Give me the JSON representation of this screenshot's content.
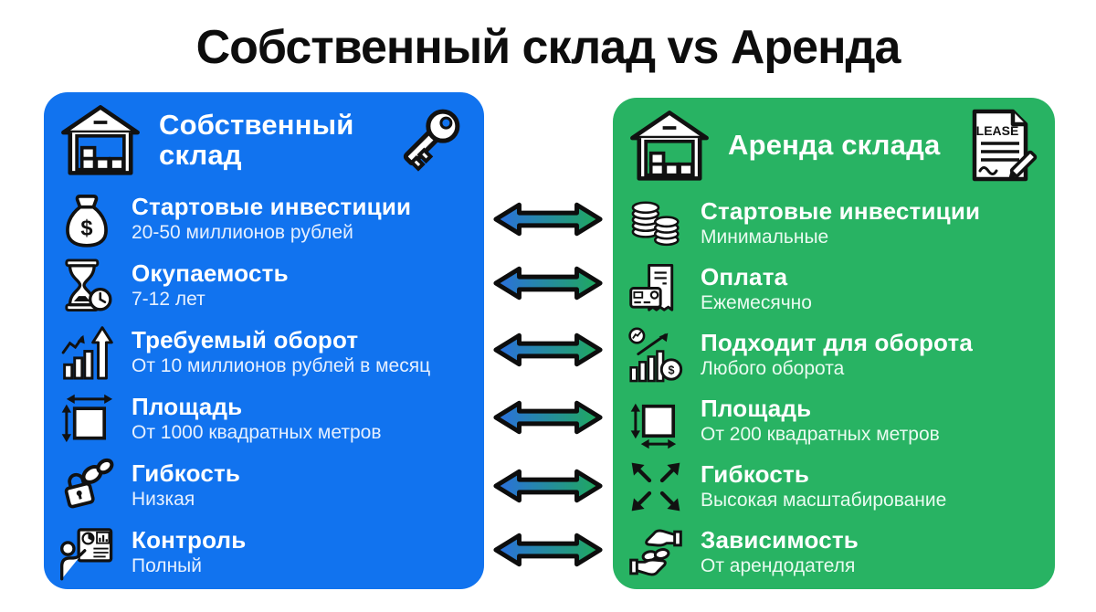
{
  "title": "Собственный склад vs Аренда",
  "left_panel": {
    "title": "Собственный склад",
    "header_icon": "warehouse-icon",
    "corner_icon": "key-icon",
    "color": "#1173ef",
    "rows": [
      {
        "icon": "money-bag-icon",
        "title": "Стартовые инвестиции",
        "value": "20-50 миллионов рублей"
      },
      {
        "icon": "hourglass-clock-icon",
        "title": "Окупаемость",
        "value": "7-12 лет"
      },
      {
        "icon": "growth-chart-icon",
        "title": "Требуемый оборот",
        "value": "От 10 миллионов рублей в месяц"
      },
      {
        "icon": "area-icon",
        "title": "Площадь",
        "value": "От 1000 квадратных метров"
      },
      {
        "icon": "chain-lock-icon",
        "title": "Гибкость",
        "value": "Низкая"
      },
      {
        "icon": "presenter-icon",
        "title": "Контроль",
        "value": "Полный"
      }
    ]
  },
  "right_panel": {
    "title": "Аренда склада",
    "header_icon": "warehouse-icon",
    "corner_icon": "lease-document-icon",
    "lease_label": "LEASE",
    "color": "#28b363",
    "rows": [
      {
        "icon": "coins-icon",
        "title": "Стартовые инвестиции",
        "value": "Минимальные"
      },
      {
        "icon": "payment-icon",
        "title": "Оплата",
        "value": "Ежемесячно"
      },
      {
        "icon": "turnover-chart-icon",
        "title": "Подходит для оборота",
        "value": "Любого оборота"
      },
      {
        "icon": "area-icon",
        "title": "Площадь",
        "value": "От 200 квадратных метров"
      },
      {
        "icon": "expand-arrows-icon",
        "title": "Гибкость",
        "value": "Высокая масштабирование"
      },
      {
        "icon": "dependency-icon",
        "title": "Зависимость",
        "value": "От арендодателя"
      }
    ]
  },
  "arrows": {
    "count": 6,
    "gradient_from": "#2b6fe0",
    "gradient_to": "#1fa95c",
    "outline": "#0d0d0d"
  },
  "money_symbol": "$"
}
